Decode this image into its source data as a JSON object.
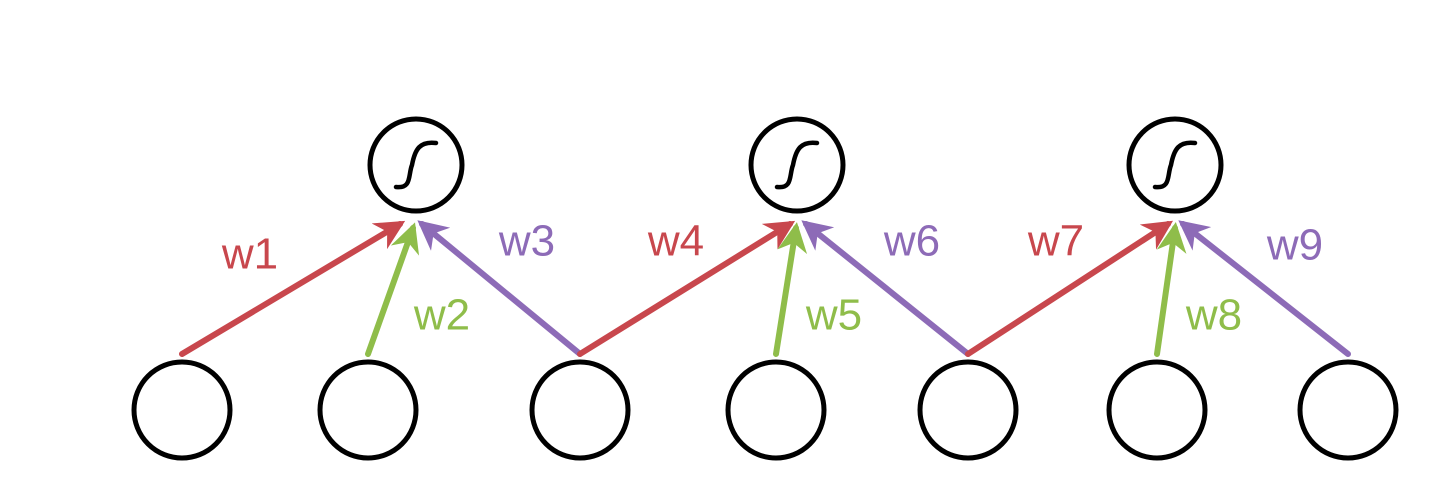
{
  "diagram": {
    "colors": {
      "red": "#c8474d",
      "green": "#8fbd4a",
      "purple": "#8d6bb7",
      "node_stroke": "#000000",
      "node_fill": "#ffffff"
    },
    "hidden_nodes": [
      {
        "id": "h1",
        "icon": "sigmoid-icon"
      },
      {
        "id": "h2",
        "icon": "sigmoid-icon"
      },
      {
        "id": "h3",
        "icon": "sigmoid-icon"
      }
    ],
    "input_nodes": [
      {
        "id": "i1"
      },
      {
        "id": "i2"
      },
      {
        "id": "i3"
      },
      {
        "id": "i4"
      },
      {
        "id": "i5"
      },
      {
        "id": "i6"
      },
      {
        "id": "i7"
      }
    ],
    "edges": [
      {
        "label": "w1",
        "from": "i1",
        "to": "h1",
        "color": "red"
      },
      {
        "label": "w2",
        "from": "i2",
        "to": "h1",
        "color": "green"
      },
      {
        "label": "w3",
        "from": "i3",
        "to": "h1",
        "color": "purple"
      },
      {
        "label": "w4",
        "from": "i3",
        "to": "h2",
        "color": "red"
      },
      {
        "label": "w5",
        "from": "i4",
        "to": "h2",
        "color": "green"
      },
      {
        "label": "w6",
        "from": "i5",
        "to": "h2",
        "color": "purple"
      },
      {
        "label": "w7",
        "from": "i5",
        "to": "h3",
        "color": "red"
      },
      {
        "label": "w8",
        "from": "i6",
        "to": "h3",
        "color": "green"
      },
      {
        "label": "w9",
        "from": "i7",
        "to": "h3",
        "color": "purple"
      }
    ]
  }
}
